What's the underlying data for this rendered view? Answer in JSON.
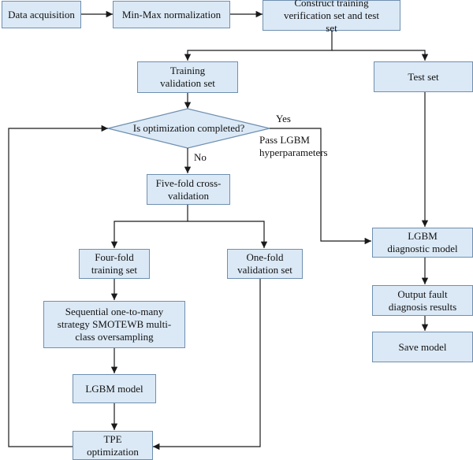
{
  "nodes": {
    "data_acquisition": "Data acquisition",
    "minmax": "Min-Max normalization",
    "construct_sets": "Construct training verification set and test set",
    "training_validation_set": "Training validation set",
    "test_set": "Test set",
    "decision": "Is optimization completed?",
    "fivefold": "Five-fold cross-validation",
    "fourfold": "Four-fold training set",
    "onefold": "One-fold validation set",
    "smote": "Sequential one-to-many strategy SMOTEWB multi-class oversampling",
    "lgbm_model": "LGBM model",
    "tpe": "TPE optimization",
    "lgbm_diag": "LGBM diagnostic model",
    "output": "Output fault diagnosis results",
    "save": "Save model"
  },
  "labels": {
    "yes": "Yes",
    "no": "No",
    "pass": "Pass LGBM hyperparameters"
  },
  "colors": {
    "box_fill": "#dbe9f6",
    "box_border": "#6f8fb0",
    "line": "#1a1a1a"
  }
}
